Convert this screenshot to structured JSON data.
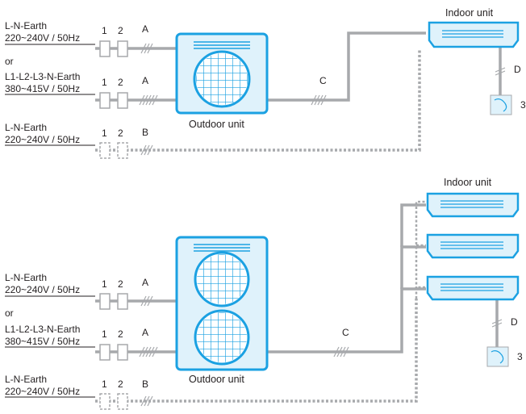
{
  "colors": {
    "accent": "#1ba1e2",
    "unit_fill": "#dff2fb",
    "cable": "#a7a9ac",
    "text": "#231f20"
  },
  "top": {
    "supply1_line1": "L-N-Earth",
    "supply1_line2": "220~240V / 50Hz",
    "or": "or",
    "supply2_line1": "L1-L2-L3-N-Earth",
    "supply2_line2": "380~415V / 50Hz",
    "supply3_line1": "L-N-Earth",
    "supply3_line2": "220~240V / 50Hz",
    "outdoor_label": "Outdoor unit",
    "indoor_label": "Indoor unit",
    "num1": "1",
    "num2": "2",
    "cable_a": "A",
    "cable_b": "B",
    "cable_c": "C",
    "cable_d": "D",
    "num3": "3"
  },
  "bottom": {
    "supply1_line1": "L-N-Earth",
    "supply1_line2": "220~240V / 50Hz",
    "or": "or",
    "supply2_line1": "L1-L2-L3-N-Earth",
    "supply2_line2": "380~415V / 50Hz",
    "supply3_line1": "L-N-Earth",
    "supply3_line2": "220~240V / 50Hz",
    "outdoor_label": "Outdoor unit",
    "indoor_label": "Indoor unit",
    "num1": "1",
    "num2": "2",
    "cable_a": "A",
    "cable_b": "B",
    "cable_c": "C",
    "cable_d": "D",
    "num3": "3"
  }
}
